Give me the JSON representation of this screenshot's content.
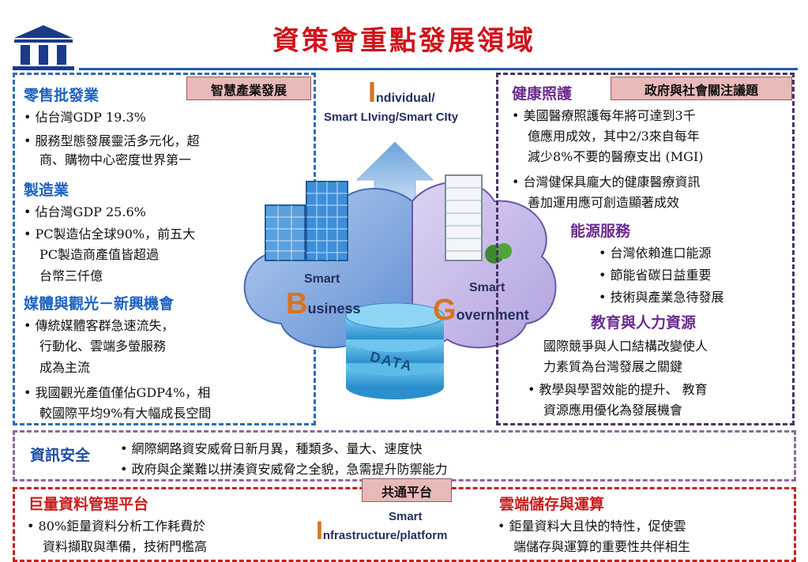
{
  "title": "資策會重點發展領域",
  "left": {
    "tag": "智慧產業發展",
    "retail": {
      "heading": "零售批發業",
      "items": [
        "佔台灣GDP 19.3%",
        "服務型態發展靈活多元化，超",
        "商、購物中心密度世界第一"
      ]
    },
    "manufacturing": {
      "heading": "製造業",
      "items": [
        "佔台灣GDP 25.6%",
        "PC製造佔全球90%，前五大",
        "PC製造商產值皆超過",
        "台幣三仟億"
      ]
    },
    "media": {
      "heading": "媒體與觀光－新興機會",
      "items": [
        "傳統媒體客群急速流失，",
        "行動化、雲端多螢服務",
        "成為主流",
        "我國觀光產值僅佔GDP4%，相",
        "較國際平均9%有大幅成長空間"
      ]
    }
  },
  "center": {
    "top_letter": "I",
    "top_line1": "ndividual/",
    "top_line2": "Smart LIving/Smart CIty",
    "business_small": "Smart",
    "business_letter": "B",
    "business_rest": "usiness",
    "gov_small": "Smart",
    "gov_letter": "G",
    "gov_rest": "overnment",
    "data_label": "DATA"
  },
  "right": {
    "tag": "政府與社會關注議題",
    "health": {
      "heading": "健康照護",
      "items": [
        "美國醫療照護每年將可達到3千",
        "億應用成效，其中2/3來自每年",
        "減少8%不要的醫療支出 (MGI)",
        "台灣健保具龐大的健康醫療資訊",
        "善加運用應可創造顯著成效"
      ]
    },
    "energy": {
      "heading": "能源服務",
      "items": [
        "台灣依賴進口能源",
        "節能省碳日益重要",
        "技術與產業急待發展"
      ]
    },
    "education": {
      "heading": "教育與人力資源",
      "items": [
        "國際競爭與人口結構改變使人",
        "力素質為台灣發展之關鍵",
        "教學與學習效能的提升、 教育",
        "資源應用優化為發展機會"
      ]
    }
  },
  "security": {
    "heading": "資訊安全",
    "items": [
      "網際網路資安威脅日新月異，種類多、量大、速度快",
      "政府與企業難以拼湊資安威脅之全貌，急需提升防禦能力"
    ]
  },
  "bottom": {
    "tag": "共通平台",
    "bigdata": {
      "heading": "巨量資料管理平台",
      "items": [
        "80%鉅量資料分析工作耗費於",
        "資料擷取與準備，技術門檻高"
      ]
    },
    "platform_small": "Smart",
    "platform_letter": "I",
    "platform_rest": "nfrastructure/platform",
    "cloud": {
      "heading": "雲端儲存與運算",
      "items": [
        "鉅量資料大且快的特性，促使雲",
        "端儲存與運算的重要性共伴相生"
      ]
    }
  },
  "colors": {
    "title_red": "#d0121b",
    "blue": "#1d63c1",
    "purple": "#6a2c8f",
    "red": "#c81e1e",
    "accent_orange": "#d9731f"
  }
}
